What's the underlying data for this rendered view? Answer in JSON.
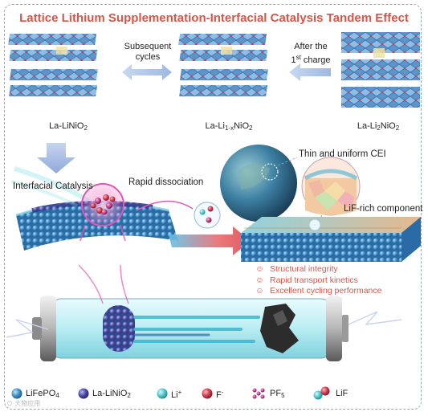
{
  "title": "Lattice Lithium Supplementation-Interfacial Catalysis Tandem Effect",
  "top_row": {
    "left_label": {
      "base": "La-LiNiO",
      "sub": "2"
    },
    "middle_label": {
      "prefix": "La-Li",
      "sub1": "1-x",
      "mid": "NiO",
      "sub2": "2"
    },
    "right_label": {
      "prefix": "La-Li",
      "sub1": "2",
      "mid": "NiO",
      "sub2": "2"
    },
    "arrow_left_text": [
      "Subsequent",
      "cycles"
    ],
    "arrow_right_text": {
      "line1": "After the",
      "line2_num": "1",
      "line2_sup": "st",
      "line2_rest": " charge"
    }
  },
  "middle": {
    "interfacial_catalysis": "Interfacial Catalysis",
    "rapid_dissociation": "Rapid dissociation",
    "thin_cei": "Thin and uniform CEI",
    "lif_rich": "LiF-rich component"
  },
  "benefits": {
    "icon": "smiley-icon",
    "items": [
      "Structural integrity",
      "Rapid transport kinetics",
      "Excellent cycling performance"
    ]
  },
  "legend": [
    {
      "label": "LiFePO",
      "sub": "4",
      "color": "#3f8fc8",
      "icon": "sphere"
    },
    {
      "label": "La-LiNiO",
      "sub": "2",
      "color": "#4a4aa8",
      "icon": "sphere"
    },
    {
      "label": "Li",
      "sup": "+",
      "color": "#4fc6cc",
      "icon": "sphere"
    },
    {
      "label": "F",
      "sup": "-",
      "color": "#d23a4d",
      "icon": "sphere"
    },
    {
      "label": "PF",
      "sub": "5",
      "color": "#c43a86",
      "icon": "molecule"
    },
    {
      "label": "LiF",
      "color": "#d23a4d",
      "icon": "pair"
    }
  ],
  "watermark": "⊙ 大物应用",
  "colors": {
    "title": "#d4574a",
    "benefits": "#d4574a",
    "arrow": "#b4c8e8",
    "accent_pink": "#e455b5"
  }
}
